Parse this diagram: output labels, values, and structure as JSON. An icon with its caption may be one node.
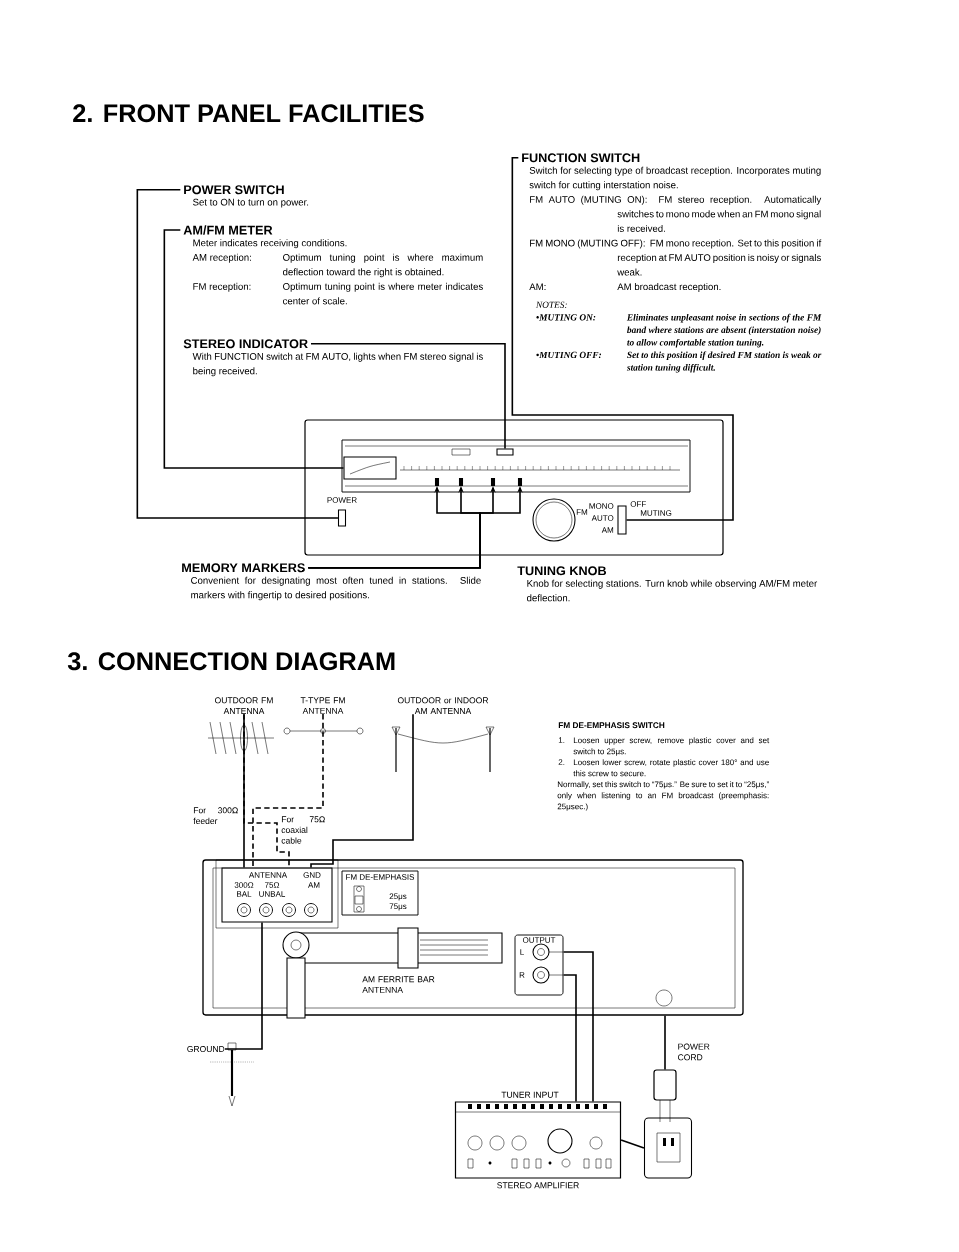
{
  "diagram": {
    "nodes": [
      {
        "text": [
          "POWER SWITCH",
          "Set to ON to turn on power."
        ]
      },
      {
        "text": [
          "AM/FM METER",
          "Meter indicates receiving conditions.",
          "AM reception:",
          "Optimum tuning point is where maximum deflection toward the right is obtained.",
          "FM reception:",
          "Optimum tuning point is where meter indicates center of scale."
        ]
      },
      {
        "text": [
          "STEREO INDICATOR",
          "With FUNCTION switch at FM AUTO, lights when FM stereo signal is being received."
        ]
      },
      {
        "text": [
          "FUNCTION SWITCH",
          "Switch for selecting type of broadcast reception. Incorporates muting switch for cutting interstation noise.",
          "FM AUTO (MUTING ON):",
          "FM stereo reception. Automatically switches to mono mode when an FM mono signal is received.",
          "FM MONO (MUTING OFF):",
          "FM mono reception. Set to this position if reception at FM AUTO position is noisy or signals weak.",
          "AM:",
          "AM broadcast reception.",
          "NOTES:",
          "•MUTING ON:",
          "Eliminates unpleasant noise in sections of the FM band where stations are absent (interstation noise) to allow comfortable station tuning.",
          "•MUTING OFF:",
          "Set to this position if desired FM station is weak or station tuning difficult."
        ]
      },
      {
        "text": [
          "MEMORY MARKERS",
          "Convenient for designating most often tuned in stations. Slide markers with fingertip to desired positions."
        ]
      },
      {
        "text": [
          "TUNING KNOB",
          "Knob for selecting stations. Turn knob while observing AM/FM meter deflection."
        ]
      },
      {
        "text": [],
        "shape": "picture"
      },
      {
        "text": [],
        "shape": "box",
        "in": 6
      },
      {
        "text": [],
        "shape": "box",
        "in": 6
      },
      {
        "text": [],
        "shape": "box",
        "in": 6
      },
      {
        "text": [],
        "shape": "box",
        "in": 6
      },
      {
        "text": [],
        "shape": "box",
        "in": 6
      },
      {
        "text": [],
        "shape": "box",
        "in": 6
      },
      {
        "text": [],
        "shape": "box",
        "in": 6
      },
      {
        "text": [],
        "shape": "box",
        "in": 6
      },
      {
        "text": [
          "OUTDOOR FM ANTENNA"
        ]
      },
      {
        "text": [
          "T-TYPE FM ANTENNA"
        ]
      },
      {
        "text": [
          "OUTDOOR or INDOOR AM ANTENNA"
        ]
      },
      {
        "text": [],
        "shape": "picture"
      },
      {
        "text": [
          "ANTENNA",
          "300Ω",
          "75Ω",
          "GND",
          "AM",
          "BAL",
          "UNBAL"
        ],
        "in": 18
      },
      {
        "text": [
          "FM DE-EMPHASIS",
          "25μs",
          "75μs"
        ],
        "in": 18
      },
      {
        "text": [
          "AM FERRITE BAR ANTENNA"
        ],
        "in": 18
      },
      {
        "text": [
          "OUTPUT",
          "L",
          "R"
        ],
        "in": 18
      },
      {
        "text": [
          "GROUND"
        ]
      },
      {
        "text": [
          "TUNER INPUT",
          "STEREO AMPLIFIER"
        ]
      },
      {
        "text": [],
        "shape": "picture"
      },
      {
        "text": [],
        "shape": "box"
      }
    ],
    "edges": [
      {
        "from": 0,
        "to": 7,
        "arrow": "none"
      },
      {
        "from": 1,
        "to": 8,
        "arrow": "none"
      },
      {
        "from": 2,
        "to": 9,
        "arrow": "none"
      },
      {
        "from": 3,
        "to": 10,
        "arrow": "none"
      },
      {
        "from": 4,
        "to": 11,
        "arrow": "to"
      },
      {
        "from": 4,
        "to": 12,
        "arrow": "to"
      },
      {
        "from": 4,
        "to": 13,
        "arrow": "to"
      },
      {
        "from": 4,
        "to": 14,
        "arrow": "to"
      },
      {
        "from": 15,
        "to": 19,
        "arrow": "none"
      },
      {
        "from": 16,
        "to": 19,
        "arrow": "none",
        "style": "dashed"
      },
      {
        "from": 15,
        "to": 19,
        "arrow": "none",
        "style": "dashed"
      },
      {
        "from": 17,
        "to": 19,
        "arrow": "none"
      },
      {
        "from": 19,
        "to": 23,
        "arrow": "none"
      },
      {
        "from": 22,
        "to": 24,
        "arrow": "none"
      },
      {
        "from": 22,
        "to": 24,
        "arrow": "none"
      },
      {
        "from": 18,
        "to": 25,
        "arrow": "none",
        "label": "POWER CORD"
      },
      {
        "from": 24,
        "to": 26,
        "arrow": "none"
      }
    ],
    "labels": [
      "2. FRONT PANEL FACILITIES",
      "POWER",
      "MONO",
      "OFF",
      "FM",
      "MUTING",
      "AUTO",
      "AM",
      "3. CONNECTION DIAGRAM",
      "For 300Ω feeder",
      "For 75Ω coaxial cable",
      "FM DE-EMPHASIS SWITCH",
      "1.",
      "Loosen upper screw, remove plastic cover and set switch to 25μs.",
      "2.",
      "Loosen lower screw, rotate plastic cover 180° and use this screw to secure.",
      "Normally, set this switch to “75μs.” Be sure to set it to “25μs,” only when listening to an FM broadcast (preemphasis: 25μsec.)"
    ]
  }
}
